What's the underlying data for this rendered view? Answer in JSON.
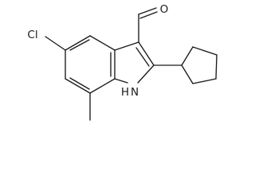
{
  "molecule": {
    "atoms": {
      "chlorine": "Cl",
      "aldehyde_oxygen": "O",
      "indole_nitrogen": "N",
      "indole_nh_hydrogen": "H"
    }
  }
}
